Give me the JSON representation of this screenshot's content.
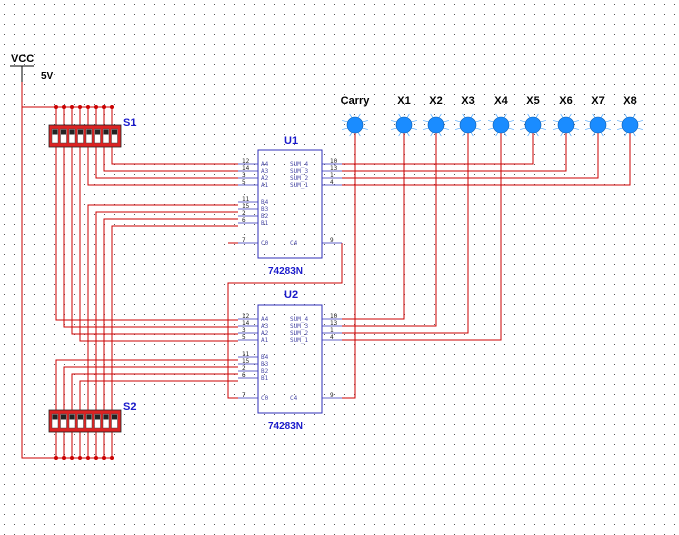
{
  "power": {
    "name": "VCC",
    "voltage": "5V"
  },
  "switches": [
    {
      "id": "S1"
    },
    {
      "id": "S2"
    }
  ],
  "chips": [
    {
      "id": "U1",
      "part": "74283N",
      "left_pins": [
        {
          "num": "12",
          "name": "A4"
        },
        {
          "num": "14",
          "name": "A3"
        },
        {
          "num": "3",
          "name": "A2"
        },
        {
          "num": "5",
          "name": "A1"
        },
        {
          "num": "11",
          "name": "B4"
        },
        {
          "num": "15",
          "name": "B3"
        },
        {
          "num": "2",
          "name": "B2"
        },
        {
          "num": "6",
          "name": "B1"
        },
        {
          "num": "7",
          "name": "C0"
        }
      ],
      "right_pins": [
        {
          "num": "10",
          "name": "SUM_4"
        },
        {
          "num": "13",
          "name": "SUM_3"
        },
        {
          "num": "1",
          "name": "SUM_2"
        },
        {
          "num": "4",
          "name": "SUM_1"
        },
        {
          "num": "9",
          "name": "C4"
        }
      ]
    },
    {
      "id": "U2",
      "part": "74283N",
      "left_pins": [
        {
          "num": "12",
          "name": "A4"
        },
        {
          "num": "14",
          "name": "A3"
        },
        {
          "num": "3",
          "name": "A2"
        },
        {
          "num": "5",
          "name": "A1"
        },
        {
          "num": "11",
          "name": "B4"
        },
        {
          "num": "15",
          "name": "B3"
        },
        {
          "num": "2",
          "name": "B2"
        },
        {
          "num": "6",
          "name": "B1"
        },
        {
          "num": "7",
          "name": "C0"
        }
      ],
      "right_pins": [
        {
          "num": "10",
          "name": "SUM_4"
        },
        {
          "num": "13",
          "name": "SUM_3"
        },
        {
          "num": "1",
          "name": "SUM_2"
        },
        {
          "num": "4",
          "name": "SUM_1"
        },
        {
          "num": "9",
          "name": "C4"
        }
      ]
    }
  ],
  "outputs": [
    "Carry",
    "X1",
    "X2",
    "X3",
    "X4",
    "X5",
    "X6",
    "X7",
    "X8"
  ],
  "colors": {
    "wire": "#cc0000",
    "chip": "#2f2fb8",
    "label": "#1a1acc",
    "probe": "#1a8cff",
    "switch_body": "#dd2222",
    "background": "#ffffff",
    "grid_dot": "#555555"
  }
}
